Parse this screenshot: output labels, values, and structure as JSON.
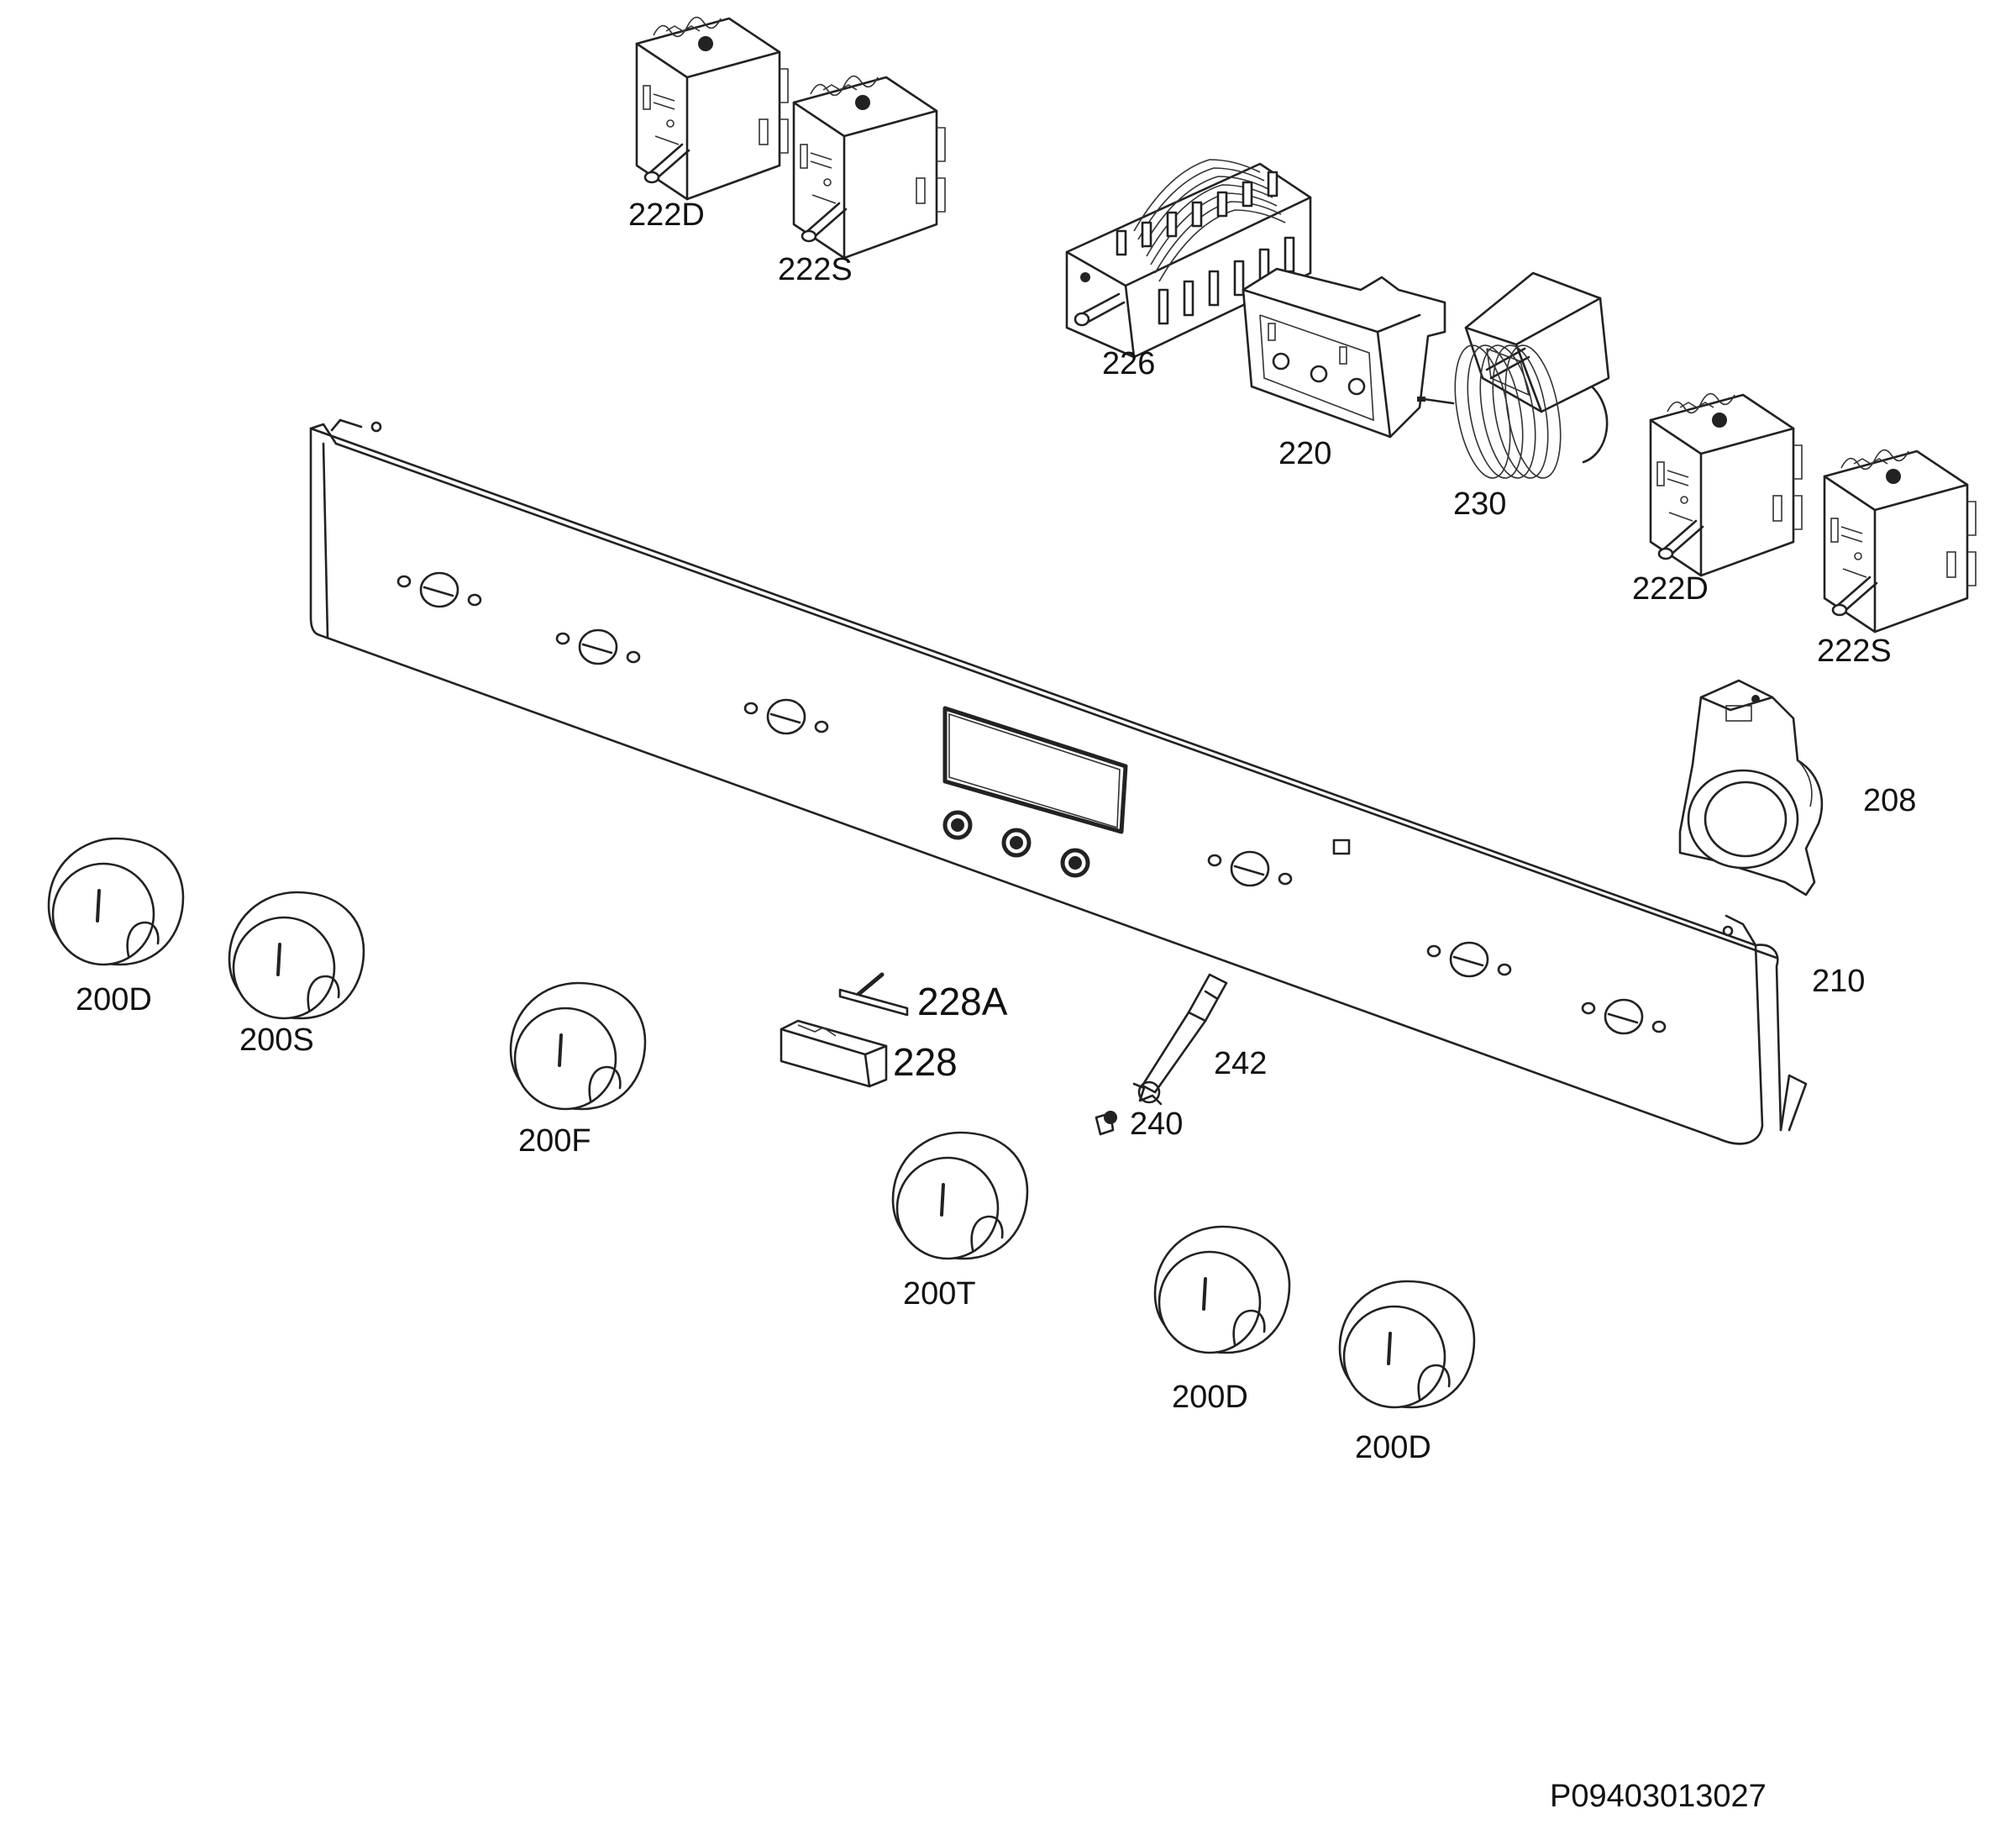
{
  "labels": {
    "switch_222d_top": "222D",
    "switch_222s_top": "222S",
    "selector_226": "226",
    "housing_220": "220",
    "thermostat_230": "230",
    "switch_222d_right": "222D",
    "switch_222s_right": "222S",
    "bracket_208": "208",
    "panel_210": "210",
    "knob_200d_1": "200D",
    "knob_200s": "200S",
    "knob_200f": "200F",
    "part_228a": "228A",
    "part_228": "228",
    "part_242": "242",
    "part_240": "240",
    "knob_200t": "200T",
    "knob_200d_2": "200D",
    "knob_200d_3": "200D"
  },
  "drawing_number": "P09403013027"
}
